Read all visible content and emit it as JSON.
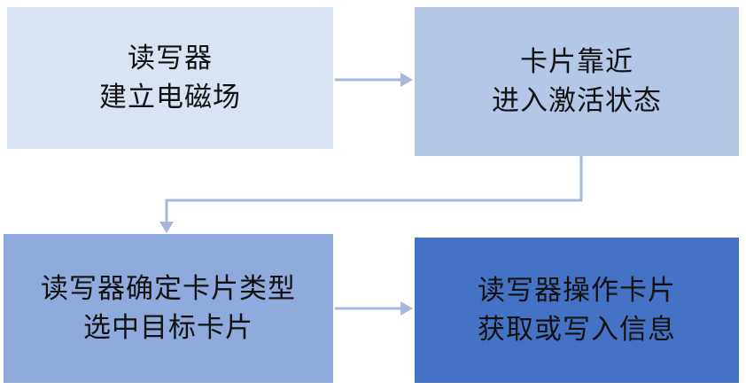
{
  "diagram": {
    "type": "flowchart",
    "direction": "left-to-right, wrapping to second row",
    "arrow_color": "#a5b8dc",
    "text_color": "#111111",
    "nodes": [
      {
        "id": "field-setup",
        "lines": [
          "读写器",
          "建立电磁场"
        ],
        "fill": "#dae3f3"
      },
      {
        "id": "card-activate",
        "lines": [
          "卡片靠近",
          "进入激活状态"
        ],
        "fill": "#b4c7e7"
      },
      {
        "id": "card-select",
        "lines": [
          "读写器确定卡片类型",
          "选中目标卡片"
        ],
        "fill": "#8faadc"
      },
      {
        "id": "card-operate",
        "lines": [
          "读写器操作卡片",
          "获取或写入信息"
        ],
        "fill": "#4472c4"
      }
    ],
    "edges": [
      {
        "from": "field-setup",
        "to": "card-activate"
      },
      {
        "from": "card-activate",
        "to": "card-select"
      },
      {
        "from": "card-select",
        "to": "card-operate"
      }
    ]
  }
}
